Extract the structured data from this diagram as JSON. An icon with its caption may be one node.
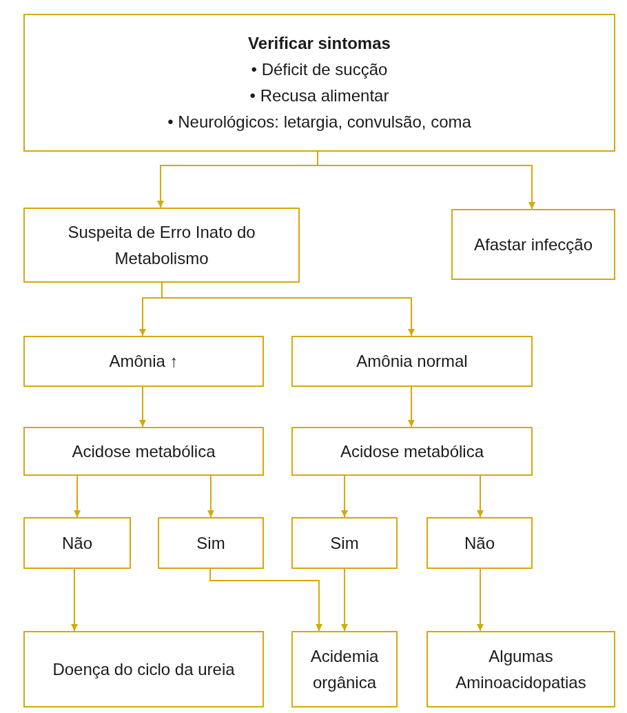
{
  "diagram": {
    "nodes": [
      {
        "text": [
          "Verificar sintomas",
          "• Déficit de sucção",
          "• Recusa alimentar",
          "• Neurológicos: letargia, convulsão, coma"
        ]
      },
      {
        "text": [
          "Suspeita de Erro Inato do Metabolismo"
        ]
      },
      {
        "text": [
          "Afastar infecção"
        ]
      },
      {
        "text": [
          "Amônia ↑"
        ]
      },
      {
        "text": [
          "Amônia normal"
        ]
      },
      {
        "text": [
          "Acidose metabólica"
        ]
      },
      {
        "text": [
          "Acidose metabólica"
        ]
      },
      {
        "text": [
          "Não"
        ]
      },
      {
        "text": [
          "Sim"
        ]
      },
      {
        "text": [
          "Sim"
        ]
      },
      {
        "text": [
          "Não"
        ]
      },
      {
        "text": [
          "Doença do ciclo da ureia"
        ]
      },
      {
        "text": [
          "Acidemia orgânica"
        ]
      },
      {
        "text": [
          "Algumas Aminoacidopatias"
        ]
      }
    ],
    "edges": [
      {
        "from": 0,
        "to": 1,
        "arrow": "to"
      },
      {
        "from": 0,
        "to": 2,
        "arrow": "to"
      },
      {
        "from": 1,
        "to": 3,
        "arrow": "to"
      },
      {
        "from": 1,
        "to": 4,
        "arrow": "to"
      },
      {
        "from": 3,
        "to": 5,
        "arrow": "to"
      },
      {
        "from": 4,
        "to": 6,
        "arrow": "to"
      },
      {
        "from": 5,
        "to": 7,
        "arrow": "to"
      },
      {
        "from": 5,
        "to": 8,
        "arrow": "to"
      },
      {
        "from": 6,
        "to": 9,
        "arrow": "to"
      },
      {
        "from": 6,
        "to": 10,
        "arrow": "to"
      },
      {
        "from": 7,
        "to": 11,
        "arrow": "to"
      },
      {
        "from": 8,
        "to": 12,
        "arrow": "to"
      },
      {
        "from": 9,
        "to": 12,
        "arrow": "to"
      },
      {
        "from": 10,
        "to": 13,
        "arrow": "to"
      }
    ]
  }
}
